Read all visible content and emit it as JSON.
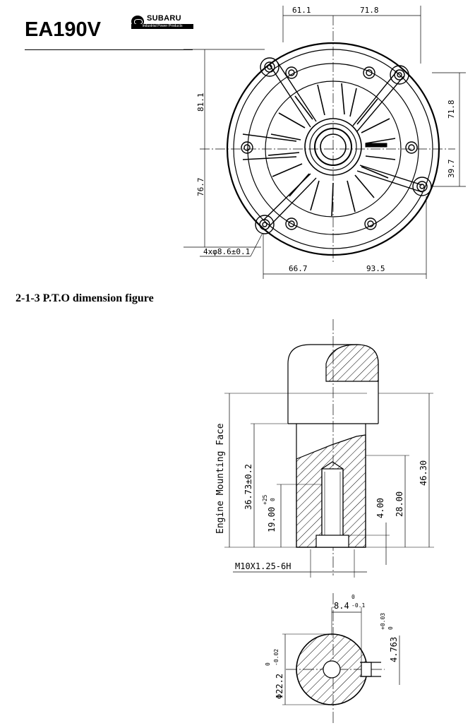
{
  "header": {
    "model": "EA190V",
    "brand": "SUBARU",
    "brand_subtitle": "Industrial Power Products"
  },
  "top_view": {
    "dim_top_left": "61.1",
    "dim_top_right": "71.8",
    "dim_left_upper": "81.1",
    "dim_left_lower": "76.7",
    "dim_right_upper": "71.8",
    "dim_right_lower": "39.7",
    "hole_callout": "4xφ8.6±0.1",
    "dim_bottom_left": "66.7",
    "dim_bottom_right": "93.5"
  },
  "section": {
    "heading": "2-1-3 P.T.O dimension figure"
  },
  "pto_side": {
    "mount_face_label": "Engine Mounting Face",
    "dim_36": "36.73±0.2",
    "dim_19": "19.00",
    "dim_19_tol_upper": "+25",
    "dim_19_tol_lower": "0",
    "dim_4": "4.00",
    "dim_28": "28.00",
    "dim_46": "46.30",
    "thread": "M10X1.25-6H"
  },
  "pto_end": {
    "dim_84": "8.4",
    "dim_84_tol_upper": "0",
    "dim_84_tol_lower": "-0.1",
    "dim_4763": "4.763",
    "dim_4763_tol_upper": "+0.03",
    "dim_4763_tol_lower": "0",
    "dia": "Φ22.2",
    "dia_tol_upper": "0",
    "dia_tol_lower": "-0.02"
  }
}
